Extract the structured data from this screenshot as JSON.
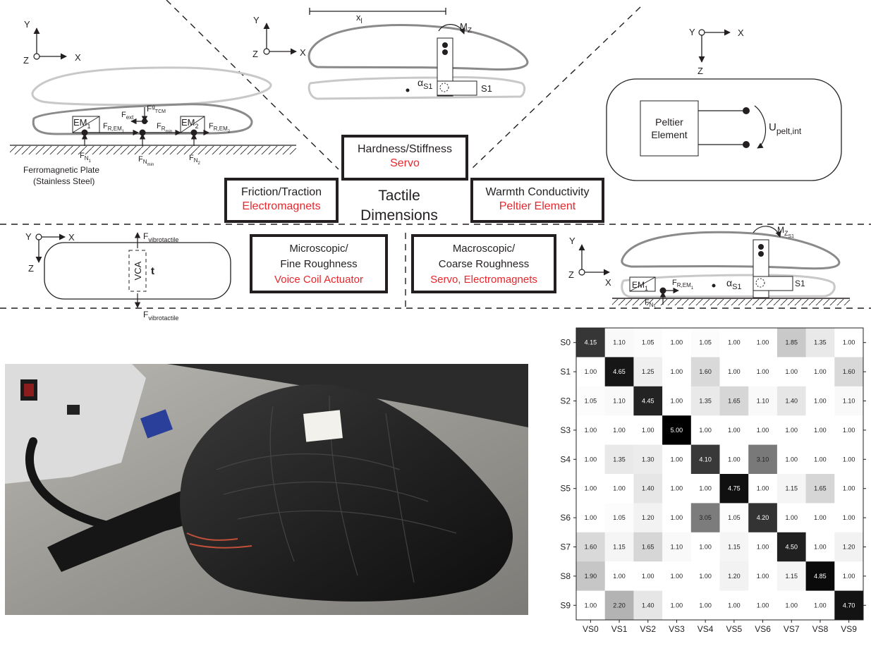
{
  "panels": {
    "friction_top": {
      "axes": {
        "y": "Y",
        "z": "Z",
        "x": "X"
      },
      "labels": {
        "em1": "EM",
        "em1_sub": "1",
        "em2": "EM",
        "em2_sub": "2",
        "fext": "F",
        "fext_sub": "ext",
        "fg": "F",
        "fg_sub": "g",
        "fg_subsub": "TCM",
        "frem1": "F",
        "frem1_sub": "R,EM",
        "frem1_subsub": "1",
        "frmin": "F",
        "frmin_sub": "R",
        "frmin_subsub": "min",
        "frem2": "F",
        "frem2_sub": "R,EM",
        "frem2_subsub": "2",
        "fn1": "F",
        "fn1_sub": "N",
        "fn1_subsub": "1",
        "fnmin": "F",
        "fnmin_sub": "N",
        "fnmin_subsub": "min",
        "fn2": "F",
        "fn2_sub": "N",
        "fn2_subsub": "2",
        "plate_line1": "Ferromagnetic Plate",
        "plate_line2": "(Stainless Steel)"
      }
    },
    "hardness_top": {
      "axes": {
        "y": "Y",
        "z": "Z",
        "x": "X"
      },
      "labels": {
        "xl": "x",
        "xl_sub": "l",
        "mz": "M",
        "mz_sub": "Z",
        "alpha": "α",
        "alpha_sub": "S1",
        "s1": "S1"
      }
    },
    "peltier_top": {
      "axes": {
        "y": "Y",
        "x": "X",
        "z": "Z"
      },
      "labels": {
        "element_line1": "Peltier",
        "element_line2": "Element",
        "u": "U",
        "u_sub": "pelt,int"
      }
    },
    "vibro": {
      "axes": {
        "y": "Y",
        "x": "X",
        "z": "Z"
      },
      "labels": {
        "f_top": "F",
        "f_top_sub": "vibrotactile",
        "f_bot": "F",
        "f_bot_sub": "vibrotactile",
        "vca": "VCA",
        "t": "t"
      }
    },
    "macro": {
      "axes": {
        "y": "Y",
        "z": "Z",
        "x": "X"
      },
      "labels": {
        "mz": "M",
        "mz_sub": "Z",
        "mz_subsub": "S1",
        "em1": "EM",
        "em1_sub": "1",
        "frem": "F",
        "frem_sub": "R,EM",
        "frem_subsub": "1",
        "alpha": "α",
        "alpha_sub": "S1",
        "s1": "S1",
        "fn": "F",
        "fn_sub": "N",
        "fn_subsub": "1"
      }
    }
  },
  "dimensions": {
    "title_line1": "Tactile",
    "title_line2": "Dimensions",
    "hardness": {
      "name": "Hardness/Stiffness",
      "actuator": "Servo"
    },
    "friction": {
      "name": "Friction/Traction",
      "actuator": "Electromagnets"
    },
    "warmth": {
      "name": "Warmth Conductivity",
      "actuator": "Peltier Element"
    },
    "micro": {
      "name_line1": "Microscopic/",
      "name_line2": "Fine Roughness",
      "actuator": "Voice Coil Actuator"
    },
    "macro": {
      "name_line1": "Macroscopic/",
      "name_line2": "Coarse Roughness",
      "actuator": "Servo, Electromagnets"
    }
  },
  "colors": {
    "ink": "#231f20",
    "actuator_red": "#e8262b",
    "mouse_outline_gray": "#8a8a8a",
    "mouse_outline_light": "#c8c8c8"
  },
  "chart_data": {
    "type": "heatmap",
    "rows": [
      "S0",
      "S1",
      "S2",
      "S3",
      "S4",
      "S5",
      "S6",
      "S7",
      "S8",
      "S9"
    ],
    "columns": [
      "VS0",
      "VS1",
      "VS2",
      "VS3",
      "VS4",
      "VS5",
      "VS6",
      "VS7",
      "VS8",
      "VS9"
    ],
    "values": [
      [
        4.15,
        1.1,
        1.05,
        1.0,
        1.05,
        1.0,
        1.0,
        1.85,
        1.35,
        1.0
      ],
      [
        1.0,
        4.65,
        1.25,
        1.0,
        1.6,
        1.0,
        1.0,
        1.0,
        1.0,
        1.6
      ],
      [
        1.05,
        1.1,
        4.45,
        1.0,
        1.35,
        1.65,
        1.1,
        1.4,
        1.0,
        1.1
      ],
      [
        1.0,
        1.0,
        1.0,
        5.0,
        1.0,
        1.0,
        1.0,
        1.0,
        1.0,
        1.0
      ],
      [
        1.0,
        1.35,
        1.3,
        1.0,
        4.1,
        1.0,
        3.1,
        1.0,
        1.0,
        1.0
      ],
      [
        1.0,
        1.0,
        1.4,
        1.0,
        1.0,
        4.75,
        1.0,
        1.15,
        1.65,
        1.0
      ],
      [
        1.0,
        1.05,
        1.2,
        1.0,
        3.05,
        1.05,
        4.2,
        1.0,
        1.0,
        1.0
      ],
      [
        1.6,
        1.15,
        1.65,
        1.1,
        1.0,
        1.15,
        1.0,
        4.5,
        1.0,
        1.2
      ],
      [
        1.9,
        1.0,
        1.0,
        1.0,
        1.0,
        1.2,
        1.0,
        1.15,
        4.85,
        1.0
      ],
      [
        1.0,
        2.2,
        1.4,
        1.0,
        1.0,
        1.0,
        1.0,
        1.0,
        1.0,
        4.7
      ]
    ],
    "value_range": [
      1,
      5
    ],
    "colormap": "white-to-black"
  }
}
